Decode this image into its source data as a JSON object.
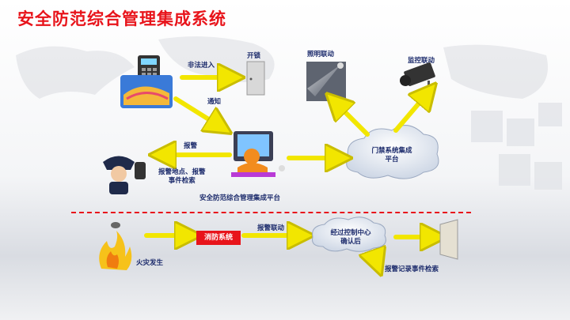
{
  "title": "安全防范综合管理集成系统",
  "labels": {
    "illegal_entry": "非法进入",
    "unlock": "开锁",
    "lighting_link": "照明联动",
    "monitor_link": "监控联动",
    "notify": "通知",
    "alarm": "报警",
    "alarm_location": "报警地点、报警",
    "event_search": "事件检索",
    "access_platform_line1": "门禁系统集成",
    "access_platform_line2": "平台",
    "integrated_platform": "安全防范综合管理集成平台",
    "fire_happens": "火灾发生",
    "fire_system": "消防系统",
    "alarm_link": "报警联动",
    "control_center_line1": "经过控制中心",
    "control_center_line2": "确认后",
    "alarm_record_search": "报警记录事件检索"
  },
  "colors": {
    "title": "#e8141b",
    "arrow": "#f2e600",
    "label": "#1b2a6b",
    "dash": "#e8141b"
  }
}
